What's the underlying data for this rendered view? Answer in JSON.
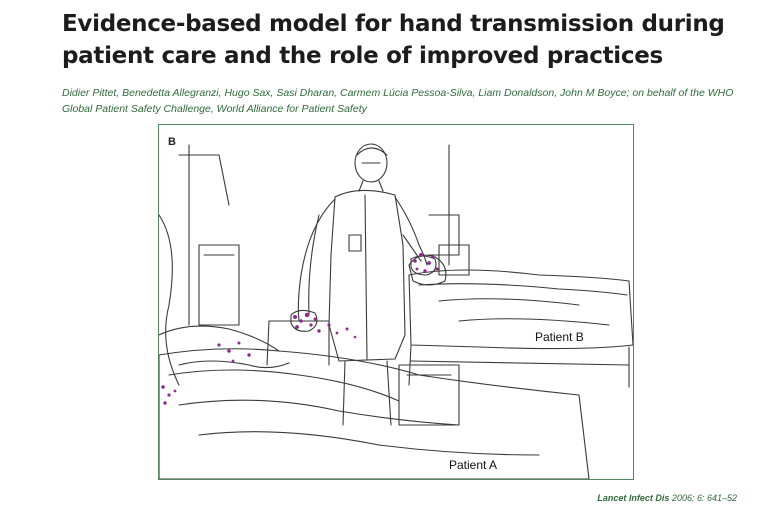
{
  "article": {
    "title": "Evidence-based model for hand transmission during patient care and the role of improved practices",
    "authors": "Didier Pittet, Benedetta Allegranzi, Hugo Sax, Sasi Dharan, Carmem Lúcia Pessoa-Silva, Liam Donaldson, John M Boyce; on behalf of the WHO Global Patient Safety Challenge, World Alliance for Patient Safety"
  },
  "figure": {
    "panel_label": "B",
    "labels": {
      "patient_b": "Patient B",
      "patient_a": "Patient A"
    },
    "colors": {
      "frame": "#4f8a5a",
      "contamination_marks": "#8e2a8e",
      "line_art": "#3a3a3a"
    }
  },
  "citation": {
    "journal": "Lancet Infect Dis",
    "reference": " 2006; 6: 641–52"
  }
}
